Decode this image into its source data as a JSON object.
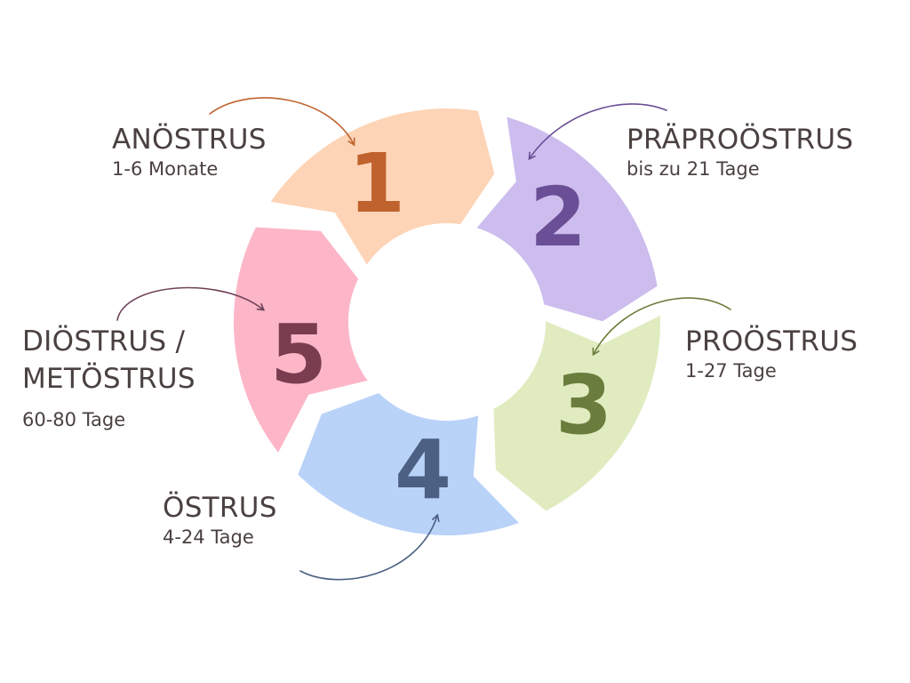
{
  "phases": [
    {
      "number": "1",
      "title": "ANÖSTRUS",
      "duration": "1-6 Monate",
      "fill": "#fdd4b6",
      "number_color": "#c0622d",
      "arrow_color": "#c0622d"
    },
    {
      "number": "2",
      "title": "PRÄPROÖSTRUS",
      "duration": "bis zu 21 Tage",
      "fill": "#cdbdee",
      "number_color": "#6a4f96",
      "arrow_color": "#6a4f96"
    },
    {
      "number": "3",
      "title": "PROÖSTRUS",
      "duration": "1-27 Tage",
      "fill": "#e0ecc0",
      "number_color": "#6b7d3d",
      "arrow_color": "#6b7d3d"
    },
    {
      "number": "4",
      "title": "ÖSTRUS",
      "duration": "4-24 Tage",
      "fill": "#b9d2f8",
      "number_color": "#4b6082",
      "arrow_color": "#4b6082"
    },
    {
      "number": "5",
      "title_line1": "DIÖSTRUS /",
      "title_line2": "METÖSTRUS",
      "duration": "60-80 Tage",
      "fill": "#fcb6c8",
      "number_color": "#7a3d4f",
      "arrow_color": "#6e4158"
    }
  ]
}
